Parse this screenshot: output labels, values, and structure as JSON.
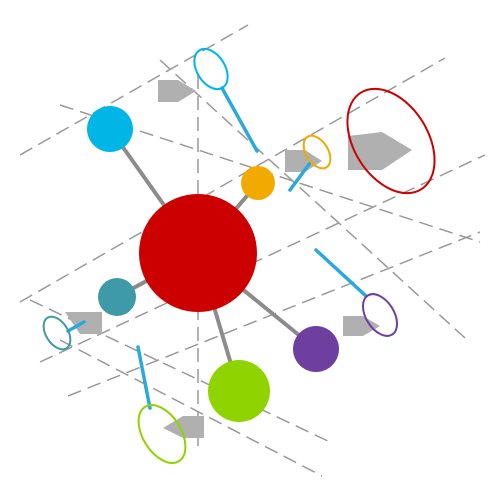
{
  "colors": {
    "background": "#ffffff",
    "grid": "#999999",
    "connector": "#8c8c8c",
    "arrow": "#b0b0b0",
    "pointer": "#29a9dc",
    "hub": "#cc0000",
    "cyan": "#00b6e6",
    "orange": "#f2a900",
    "teal": "#3e9aa6",
    "purple": "#6f3fa0",
    "green": "#8fd400"
  },
  "nodes": [
    {
      "id": "hub",
      "kind": "hub",
      "color": "hub"
    },
    {
      "id": "cyan",
      "kind": "satellite",
      "color": "cyan"
    },
    {
      "id": "orange",
      "kind": "satellite",
      "color": "orange"
    },
    {
      "id": "teal",
      "kind": "satellite",
      "color": "teal"
    },
    {
      "id": "purple",
      "kind": "satellite",
      "color": "purple"
    },
    {
      "id": "green",
      "kind": "satellite",
      "color": "green"
    }
  ],
  "rings": [
    {
      "id": "cyan-ring",
      "color": "cyan"
    },
    {
      "id": "orange-ring",
      "color": "orange"
    },
    {
      "id": "red-ring",
      "color": "hub"
    },
    {
      "id": "purple-ring",
      "color": "purple"
    },
    {
      "id": "teal-ring",
      "color": "teal"
    },
    {
      "id": "green-ring",
      "color": "green"
    }
  ],
  "arrows": [
    "arrow-top",
    "arrow-orange",
    "arrow-red",
    "arrow-purple",
    "arrow-teal",
    "arrow-green"
  ]
}
